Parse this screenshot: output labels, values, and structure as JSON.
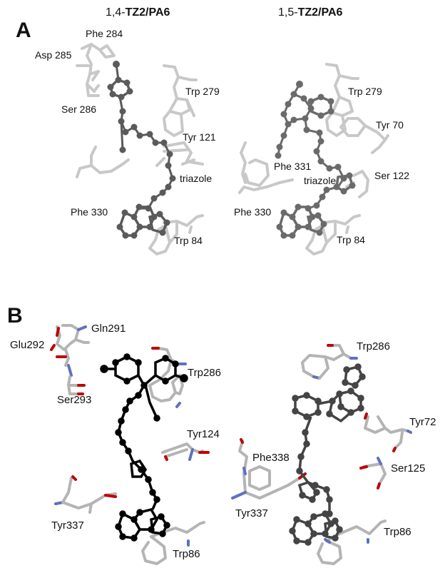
{
  "figure": {
    "panelA": {
      "letter": "A",
      "left_title": {
        "prefix": "1,4-",
        "bold": "TZ2/PA6"
      },
      "right_title": {
        "prefix": "1,5-",
        "bold": "TZ2/PA6"
      },
      "left_labels": [
        "Phe 284",
        "Asp 285",
        "Ser 286",
        "Trp 279",
        "Tyr 121",
        "triazole",
        "Phe 330",
        "Trp 84"
      ],
      "right_labels": [
        "Trp 279",
        "Tyr 70",
        "Phe 331",
        "Ser 122",
        "triazole",
        "Phe 330",
        "Trp 84"
      ],
      "colors": {
        "ligand": "#555555",
        "residue": "#c8c8c8"
      }
    },
    "panelB": {
      "letter": "B",
      "left_labels": [
        "Gln291",
        "Glu292",
        "Ser293",
        "Trp286",
        "Tyr124",
        "Tyr337",
        "Trp86"
      ],
      "right_labels": [
        "Trp286",
        "Tyr72",
        "Phe338",
        "Ser125",
        "Tyr337",
        "Trp86"
      ],
      "colors": {
        "ligand_left": "#000000",
        "ligand_right": "#444444",
        "residue_carbon": "#b4b4b4",
        "oxygen": "#c00000",
        "nitrogen": "#6070c0"
      }
    }
  }
}
